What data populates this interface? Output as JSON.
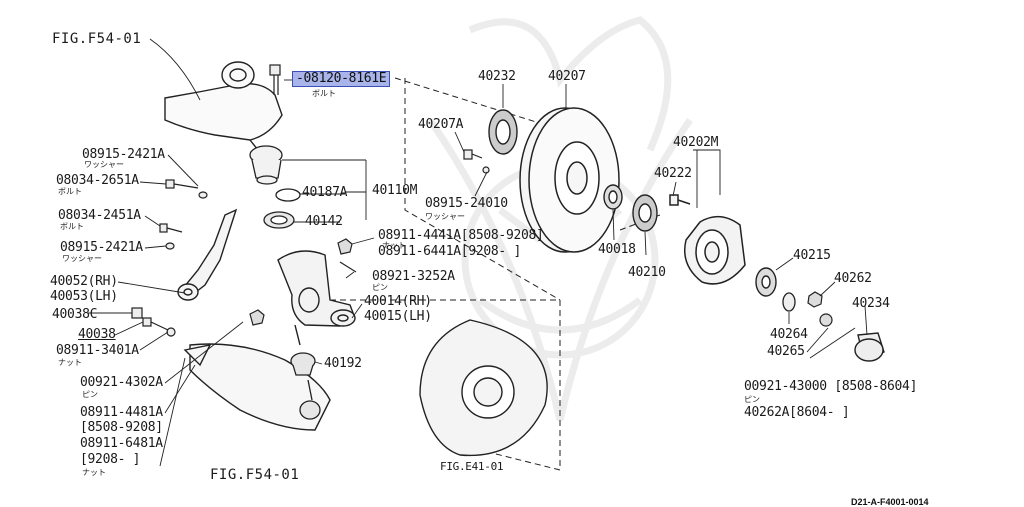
{
  "figure_refs": {
    "top": "FIG.F54-01",
    "bottom": "FIG.F54-01",
    "shield": "FIG.E41-01"
  },
  "highlighted_part": {
    "number": "-08120-8161E",
    "note": "ボルト"
  },
  "left_labels": [
    {
      "id": "p08915-2421A-a",
      "number": "08915-2421A",
      "note": "ワッシャー"
    },
    {
      "id": "p08034-2651A",
      "number": "08034-2651A",
      "note": "ボルト"
    },
    {
      "id": "p08034-2451A",
      "number": "08034-2451A",
      "note": "ボルト"
    },
    {
      "id": "p08915-2421A-b",
      "number": "08915-2421A",
      "note": "ワッシャー"
    },
    {
      "id": "p40052",
      "number": "40052(RH)",
      "note": ""
    },
    {
      "id": "p40053",
      "number": "40053(LH)",
      "note": ""
    },
    {
      "id": "p40038C",
      "number": "40038C",
      "note": ""
    },
    {
      "id": "p40038",
      "number": "40038",
      "note": ""
    },
    {
      "id": "p08911-3401A",
      "number": "08911-3401A",
      "note": "ナット"
    },
    {
      "id": "p00921-4302A",
      "number": "00921-4302A",
      "note": "ピン"
    },
    {
      "id": "p08911-4481A",
      "number": "08911-4481A",
      "note": ""
    },
    {
      "id": "p8508-9208a",
      "number": "[8508-9208]",
      "note": ""
    },
    {
      "id": "p08911-6481A",
      "number": "08911-6481A",
      "note": ""
    },
    {
      "id": "p9208a",
      "number": "[9208-     ]",
      "note": "ナット"
    }
  ],
  "center_labels": [
    {
      "id": "p40187A",
      "number": "40187A",
      "note": ""
    },
    {
      "id": "p40110M",
      "number": "40110M",
      "note": ""
    },
    {
      "id": "p40142",
      "number": "40142",
      "note": ""
    },
    {
      "id": "p08911-4441A",
      "number": "08911-4441A[8508-9208]",
      "note": "ナット"
    },
    {
      "id": "p08911-6441A",
      "number": "08911-6441A[9208-     ]",
      "note": ""
    },
    {
      "id": "p08921-3252A",
      "number": "08921-3252A",
      "note": "ピン"
    },
    {
      "id": "p40014",
      "number": "40014(RH)",
      "note": ""
    },
    {
      "id": "p40015",
      "number": "40015(LH)",
      "note": ""
    },
    {
      "id": "p40192",
      "number": "40192",
      "note": ""
    }
  ],
  "right_labels": [
    {
      "id": "p40232",
      "number": "40232",
      "note": ""
    },
    {
      "id": "p40207",
      "number": "40207",
      "note": ""
    },
    {
      "id": "p40207A",
      "number": "40207A",
      "note": ""
    },
    {
      "id": "p08915-24010",
      "number": "08915-24010",
      "note": "ワッシャー"
    },
    {
      "id": "p40202M",
      "number": "40202M",
      "note": ""
    },
    {
      "id": "p40222",
      "number": "40222",
      "note": ""
    },
    {
      "id": "p40018",
      "number": "40018",
      "note": ""
    },
    {
      "id": "p40210",
      "number": "40210",
      "note": ""
    },
    {
      "id": "p40215",
      "number": "40215",
      "note": ""
    },
    {
      "id": "p40262",
      "number": "40262",
      "note": ""
    },
    {
      "id": "p40234",
      "number": "40234",
      "note": ""
    },
    {
      "id": "p40264",
      "number": "40264",
      "note": ""
    },
    {
      "id": "p40265",
      "number": "40265",
      "note": ""
    },
    {
      "id": "p00921-43000",
      "number": "00921-43000 [8508-8604]",
      "note": "ピン"
    },
    {
      "id": "p40262A",
      "number": "40262A[8604-      ]",
      "note": ""
    }
  ],
  "diagram_code": "D21-A-F4001-0014",
  "colors": {
    "highlight_fill": "#a9b4ea",
    "highlight_border": "#3a4fb8",
    "ink": "#1a1a1a",
    "watermark": "#ededed"
  }
}
